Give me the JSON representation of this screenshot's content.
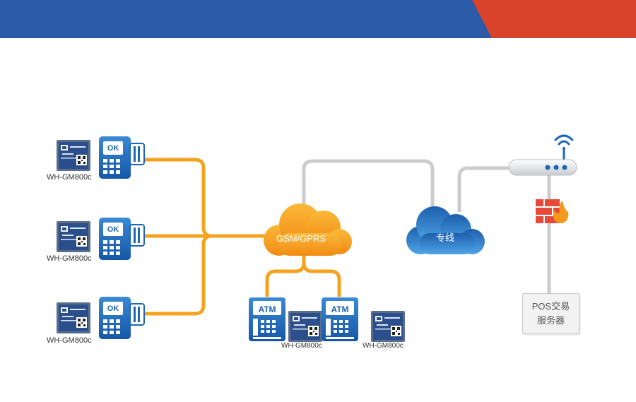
{
  "colors": {
    "banner_blue": "#2a5aa8",
    "banner_red": "#d9432b",
    "orange": "#f5a21f",
    "gray_link": "#cccccc",
    "blue": "#1d67b5"
  },
  "devices": {
    "module_label_1": "WH-GM800c",
    "module_label_2": "WH-GM800c",
    "module_label_3": "WH-GM800c",
    "module_label_atm1": "WH-GM800c",
    "module_label_atm2": "WH-GM800c",
    "pos_ok": "OK",
    "atm": "ATM"
  },
  "network": {
    "gsm_cloud": "GSM/GPRS",
    "leased_line_cloud": "专线"
  },
  "server": {
    "line1": "POS交易",
    "line2": "服务器"
  },
  "icons": [
    "wifi-icon",
    "router-icon",
    "firewall-icon",
    "pos-terminal-icon",
    "atm-icon",
    "gsm-module-icon",
    "cloud-icon"
  ]
}
